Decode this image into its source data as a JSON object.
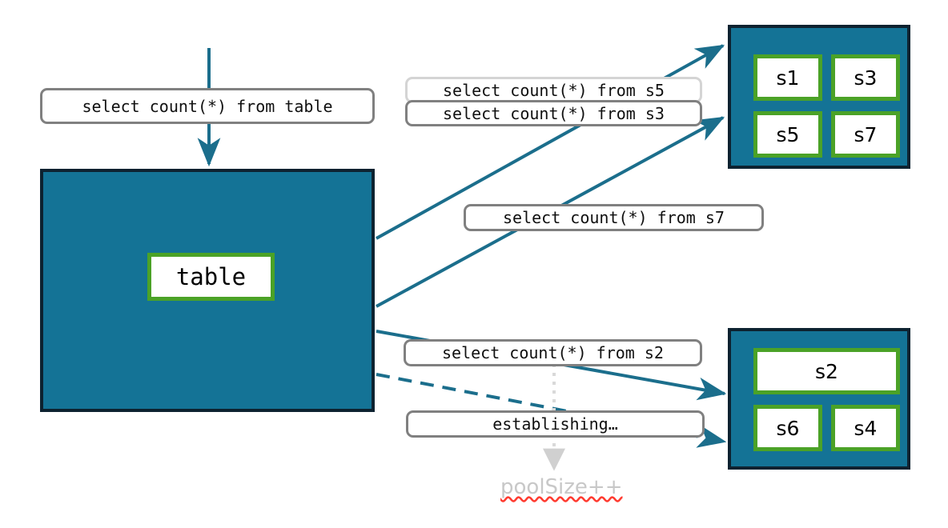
{
  "diagram": {
    "title": "connection pool query routing diagram",
    "colors": {
      "container_fill": "#147396",
      "container_border": "#0d2230",
      "node_border": "#4ba227",
      "node_fill": "#ffffff",
      "arrow": "#1b6e8c",
      "pill_border": "#808080",
      "pill_border_faded": "#d4d4d4",
      "ghost_text": "#c8c8c8",
      "spellcheck_underline": "#ff3b30",
      "dotted_guide": "#d9d9d9"
    }
  },
  "source": {
    "query_label": "select count(*) from table",
    "container_name": "table-container",
    "node_label": "table"
  },
  "pool_top": {
    "name": "connection-pool-top",
    "nodes": [
      {
        "label": "s1"
      },
      {
        "label": "s3"
      },
      {
        "label": "s5"
      },
      {
        "label": "s7"
      }
    ]
  },
  "pool_bottom": {
    "name": "connection-pool-bottom",
    "nodes": [
      {
        "label": "s2"
      },
      {
        "label": "s6"
      },
      {
        "label": "s4"
      }
    ]
  },
  "labels": {
    "from_s5": "select count(*) from s5",
    "from_s3": "select count(*) from s3",
    "from_s7": "select count(*) from s7",
    "from_s2": "select count(*) from s2",
    "establishing": "establishing…",
    "pool_size": "poolSize++"
  }
}
